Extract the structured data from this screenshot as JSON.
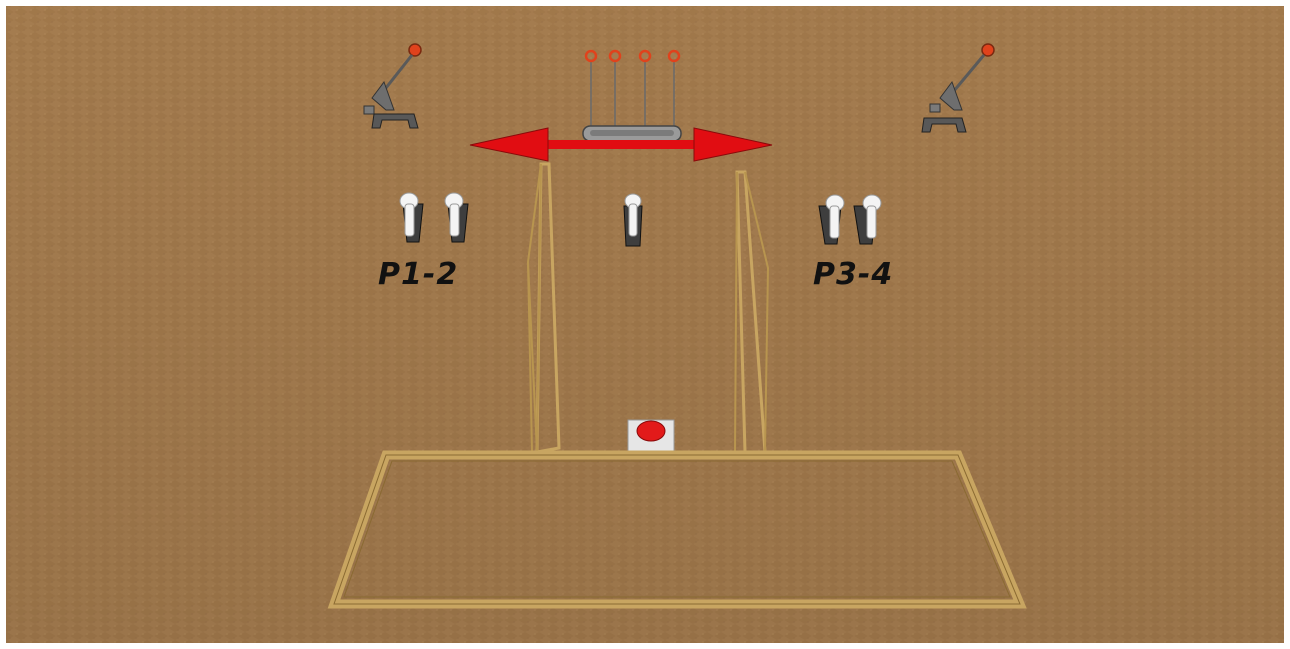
{
  "labels": {
    "left_group": "P1-2",
    "right_group": "P3-4"
  },
  "colors": {
    "ground": "#a57c4f",
    "wood": "#c8a561",
    "arrow": "#e10d12",
    "button": "#e21a1a",
    "target": "#e0421c",
    "metal": "#5e5e5e"
  },
  "objects": {
    "target_poles": 4,
    "shooting_stands": 5
  }
}
